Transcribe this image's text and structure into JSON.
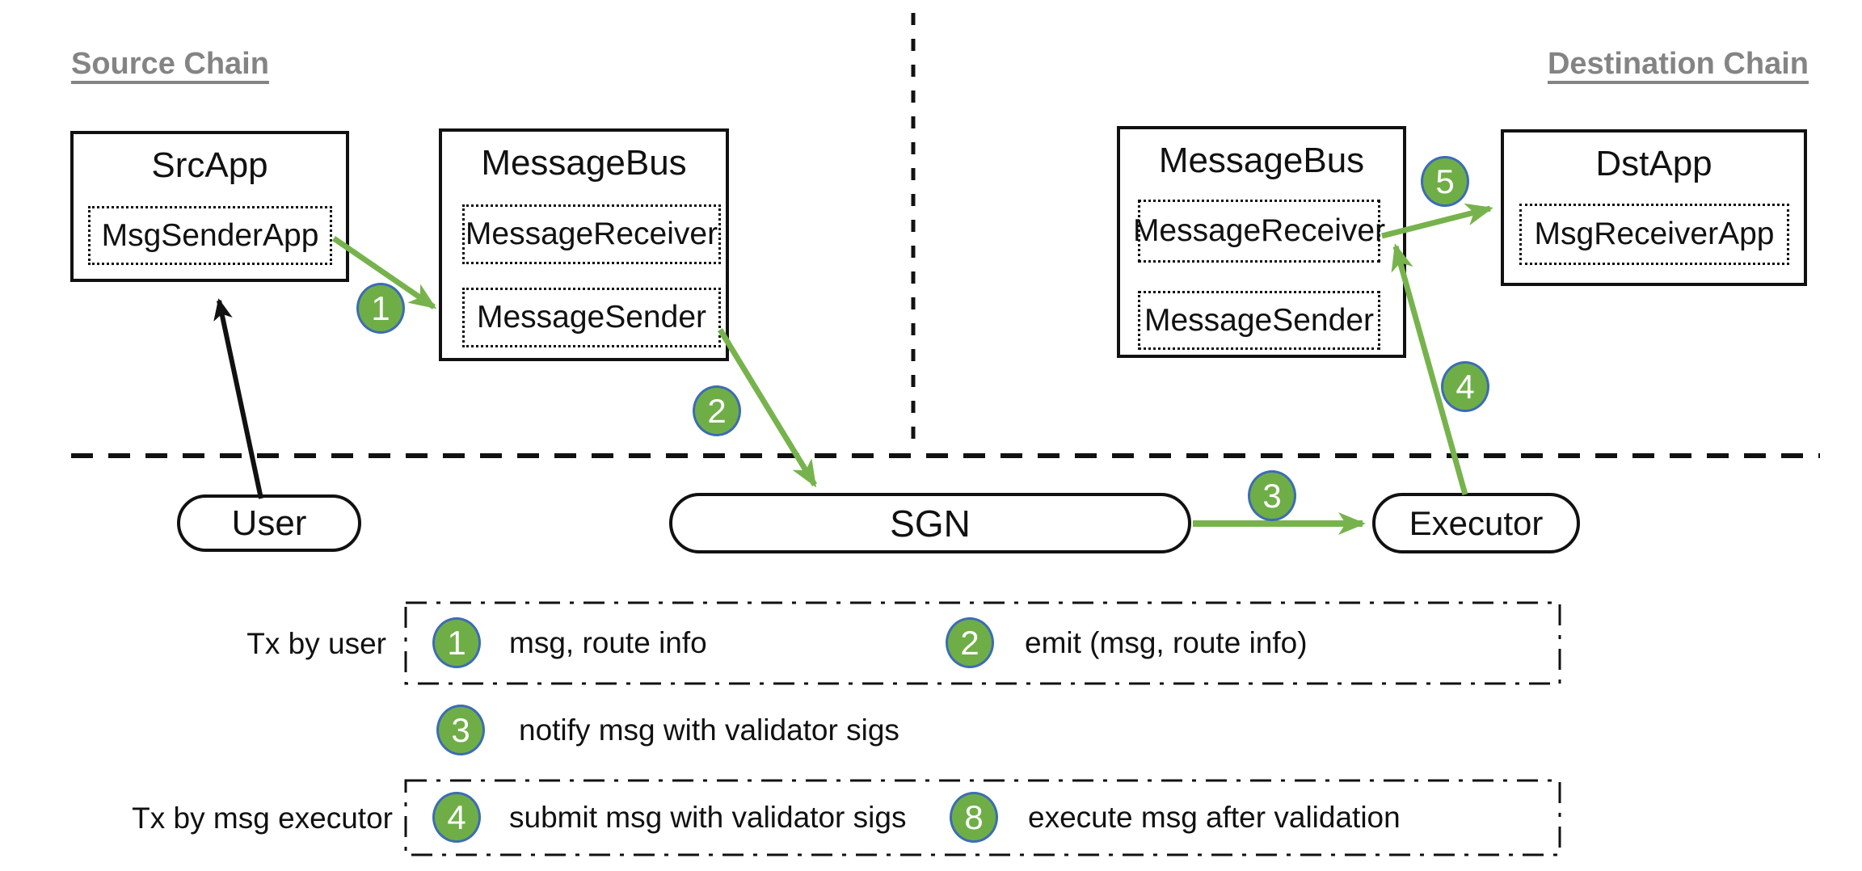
{
  "chains": {
    "source": {
      "label": "Source Chain",
      "src_app": {
        "title": "SrcApp",
        "module": "MsgSenderApp"
      },
      "message_bus": {
        "title": "MessageBus",
        "modules": [
          "MessageReceiver",
          "MessageSender"
        ]
      }
    },
    "destination": {
      "label": "Destination Chain",
      "message_bus": {
        "title": "MessageBus",
        "modules": [
          "MessageReceiver",
          "MessageSender"
        ]
      },
      "dst_app": {
        "title": "DstApp",
        "module": "MsgReceiverApp"
      }
    }
  },
  "offchain": {
    "user": "User",
    "sgn": "SGN",
    "executor": "Executor"
  },
  "steps": {
    "s1": "1",
    "s2": "2",
    "s3": "3",
    "s4": "4",
    "s5": "5"
  },
  "legend": {
    "rows": [
      {
        "label": "Tx by user"
      },
      {
        "label": "Tx by msg executor"
      }
    ],
    "items": [
      {
        "num": "1",
        "text": "msg, route info"
      },
      {
        "num": "2",
        "text": "emit (msg, route info)"
      },
      {
        "num": "3",
        "text": "notify msg with validator sigs"
      },
      {
        "num": "4",
        "text": "submit msg with validator sigs"
      },
      {
        "num": "8",
        "text": "execute msg after validation"
      }
    ]
  },
  "colors": {
    "badge_fill": "#6fae47",
    "badge_border": "#3c6cb4",
    "arrow_green": "#77b34c",
    "chain_label_gray": "#848484",
    "line_black": "#111111"
  }
}
